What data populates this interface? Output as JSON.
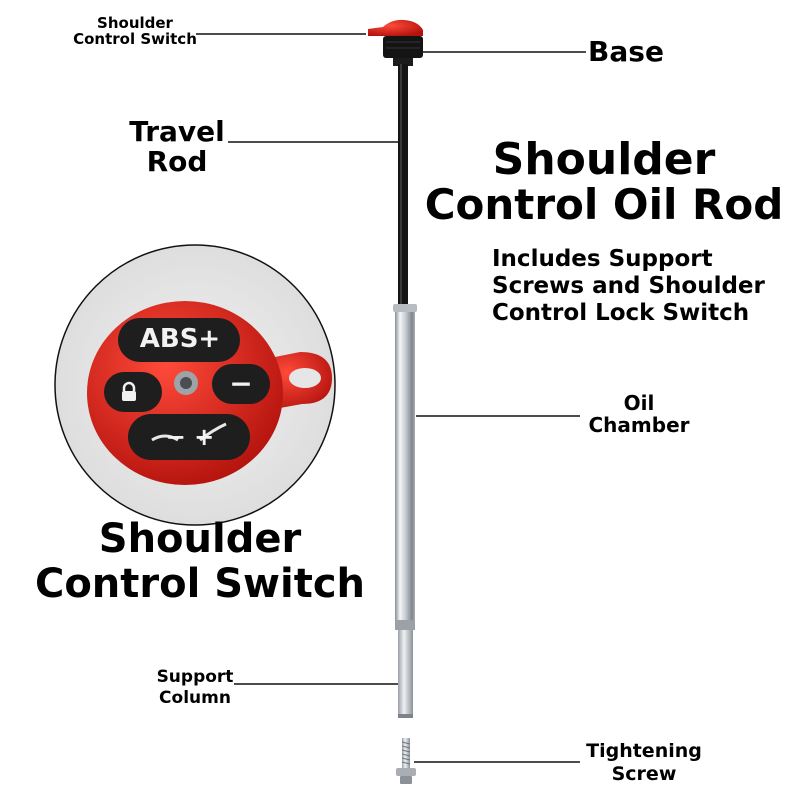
{
  "labels": {
    "switch_top": [
      "Shoulder",
      "Control Switch"
    ],
    "base": "Base",
    "travel_rod": [
      "Travel",
      "Rod"
    ],
    "oil_chamber": [
      "Oil",
      "Chamber"
    ],
    "support_column": [
      "Support",
      "Column"
    ],
    "tightening_screw": [
      "Tightening",
      "Screw"
    ]
  },
  "title": [
    "Shoulder",
    "Control Oil Rod"
  ],
  "description": [
    "Includes Support",
    "Screws and Shoulder",
    "Control Lock Switch"
  ],
  "inset": {
    "caption": [
      "Shoulder",
      "Control Switch"
    ],
    "knob_top_text": "ABS+",
    "knob_left_symbol": "lock",
    "knob_right_symbol": "−",
    "knob_bottom_symbol": "− +"
  },
  "colors": {
    "accent_red": "#d8211c",
    "rod_black": "#151515",
    "silver": "#c9cdd2"
  }
}
